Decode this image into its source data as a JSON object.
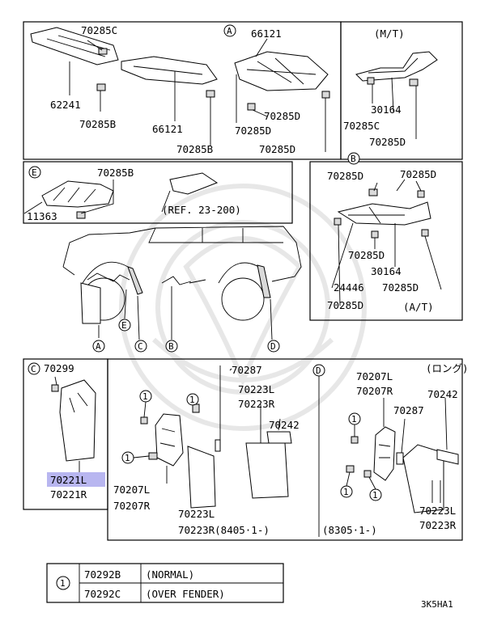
{
  "section_top_left": {
    "callout": "A",
    "labels": [
      "70285C",
      "66121",
      "62241",
      "70285B",
      "66121",
      "70285D",
      "70285D",
      "70285B",
      "70285D"
    ]
  },
  "section_mt": {
    "title": "(M/T)",
    "labels": [
      "30164",
      "70285C",
      "70285D"
    ]
  },
  "section_e": {
    "callout": "E",
    "labels": [
      "70285B",
      "11363"
    ],
    "ref": "(REF. 23-200)"
  },
  "section_at": {
    "callout": "B",
    "title": "(A/T)",
    "labels": [
      "70285D",
      "70285D",
      "70285D",
      "30164",
      "24446",
      "70285D",
      "70285D"
    ]
  },
  "vehicle_callouts": [
    "A",
    "E",
    "C",
    "B",
    "D"
  ],
  "section_c": {
    "callout": "C",
    "labels": [
      "70299",
      "70221L",
      "70221R"
    ],
    "highlight_label": "70221L"
  },
  "section_main": {
    "labels": [
      "70287",
      "70223L",
      "70223R",
      "70242",
      "70207L",
      "70207R",
      "70223L",
      "70223R(8405·1-)"
    ],
    "circled": "1"
  },
  "section_d": {
    "callout": "D",
    "title": "(ロング)",
    "labels": [
      "70207L",
      "70207R",
      "70242",
      "70287",
      "70223L",
      "70223R"
    ],
    "date_note": "(8305·1-)"
  },
  "legend": {
    "symbol": "1",
    "rows": [
      {
        "part": "70292B",
        "desc": "(NORMAL)"
      },
      {
        "part": "70292C",
        "desc": "(OVER FENDER)"
      }
    ]
  },
  "diagram_code": "3K5HA1"
}
